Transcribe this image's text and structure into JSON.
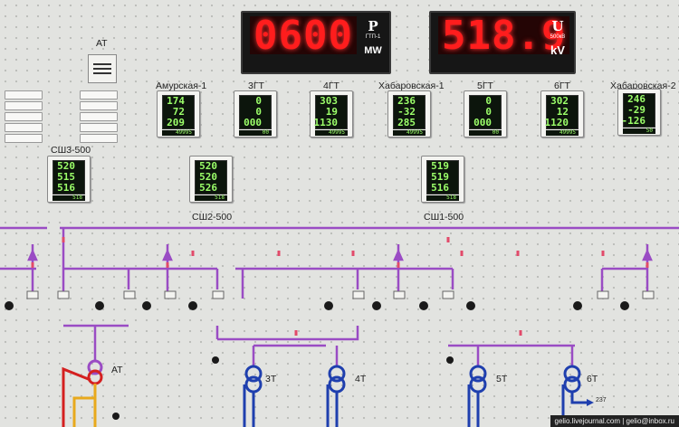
{
  "power_display": {
    "value": "0600",
    "symbol": "P",
    "code": "ГТП-1",
    "unit": "MW"
  },
  "voltage_display": {
    "value": "518.9",
    "symbol": "U",
    "code": "500кВ",
    "unit": "kV"
  },
  "labels": {
    "at_top": "АТ",
    "amurskaya": "Амурская-1",
    "gt3": "3ГТ",
    "gt4": "4ГТ",
    "khabarovskaya1": "Хабаровская-1",
    "gt5": "5ГТ",
    "gt6": "6ГТ",
    "khabarovskaya2": "Хабаровская-2",
    "ssh3": "СШ3-500",
    "ssh2": "СШ2-500",
    "ssh1": "СШ1-500",
    "at_bottom": "АТ",
    "t3": "3Т",
    "t4": "4Т",
    "t5": "5Т",
    "t6": "6Т",
    "arrow237": "237"
  },
  "meters": {
    "amurskaya": {
      "rows": [
        "174",
        "72",
        "209"
      ],
      "bottom": "49995"
    },
    "gt3": {
      "rows": [
        "0",
        "0",
        "000"
      ],
      "bottom": "00"
    },
    "gt4": {
      "rows": [
        "303",
        "19",
        "1130"
      ],
      "bottom": "49995"
    },
    "khabarovskaya1": {
      "rows": [
        "236",
        "-32",
        "285"
      ],
      "bottom": "49995"
    },
    "gt5": {
      "rows": [
        "0",
        "0",
        "000"
      ],
      "bottom": "00"
    },
    "gt6": {
      "rows": [
        "302",
        "12",
        "1120"
      ],
      "bottom": "49995"
    },
    "khabarovskaya2": {
      "rows": [
        "246",
        "-29",
        "-126"
      ],
      "bottom": "50"
    },
    "ssh3": {
      "rows": [
        "520",
        "515",
        "516"
      ],
      "bottom": "518"
    },
    "ssh2": {
      "rows": [
        "520",
        "520",
        "526"
      ],
      "bottom": "518"
    },
    "ssh1": {
      "rows": [
        "519",
        "519",
        "516"
      ],
      "bottom": "518"
    }
  },
  "colors": {
    "bus": "#9a4cc4",
    "breaker": "#e24a6a",
    "transformer": "#1f3fae",
    "at_red": "#d42020",
    "at_yellow": "#e8a91c"
  },
  "credit": "gelio.livejournal.com | gelio@inbox.ru"
}
